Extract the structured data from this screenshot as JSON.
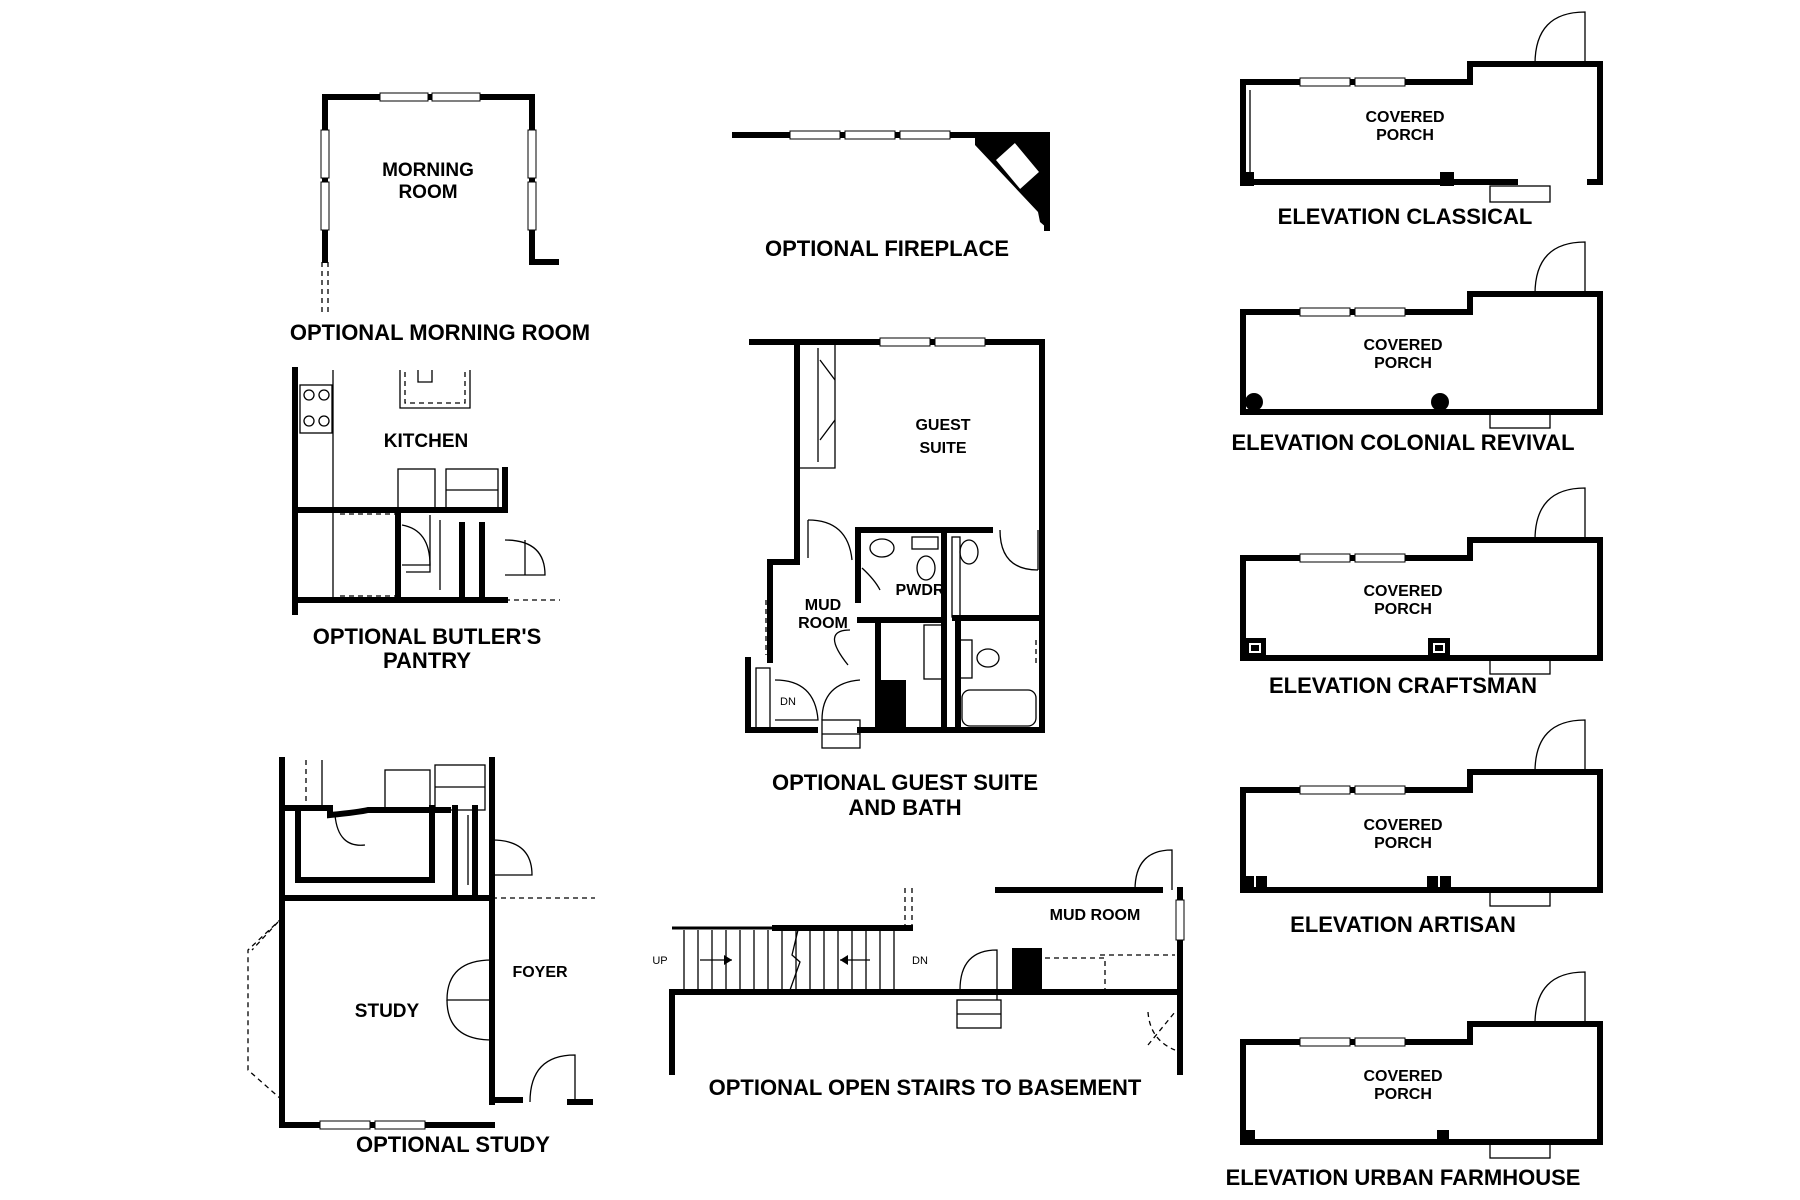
{
  "plans": {
    "morning_room": {
      "room": [
        "MORNING",
        "ROOM"
      ],
      "caption": [
        "OPTIONAL MORNING ROOM"
      ]
    },
    "fireplace": {
      "caption": [
        "OPTIONAL FIREPLACE"
      ]
    },
    "butlers_pantry": {
      "room": [
        "KITCHEN"
      ],
      "caption": [
        "OPTIONAL BUTLER'S",
        "PANTRY"
      ]
    },
    "guest_suite": {
      "room": [
        "GUEST",
        "SUITE"
      ],
      "mud_room": [
        "MUD",
        "ROOM"
      ],
      "powder": "PWDR",
      "stair_dn": "DN",
      "caption": [
        "OPTIONAL GUEST SUITE",
        "AND BATH"
      ]
    },
    "study": {
      "room": [
        "STUDY"
      ],
      "foyer": "FOYER",
      "caption": [
        "OPTIONAL STUDY"
      ]
    },
    "open_stairs": {
      "up": "UP",
      "dn": "DN",
      "mud_room": "MUD ROOM",
      "caption": [
        "OPTIONAL OPEN STAIRS TO BASEMENT"
      ]
    }
  },
  "elevations": [
    {
      "porch": [
        "COVERED",
        "PORCH"
      ],
      "caption": "ELEVATION CLASSICAL",
      "columns": "square-solid"
    },
    {
      "porch": [
        "COVERED",
        "PORCH"
      ],
      "caption": "ELEVATION COLONIAL REVIVAL",
      "columns": "round"
    },
    {
      "porch": [
        "COVERED",
        "PORCH"
      ],
      "caption": "ELEVATION CRAFTSMAN",
      "columns": "tapered-square"
    },
    {
      "porch": [
        "COVERED",
        "PORCH"
      ],
      "caption": "ELEVATION ARTISAN",
      "columns": "double-square"
    },
    {
      "porch": [
        "COVERED",
        "PORCH"
      ],
      "caption": "ELEVATION URBAN FARMHOUSE",
      "columns": "square-solid-small"
    }
  ],
  "colors": {
    "line": "#000000",
    "background": "#ffffff"
  }
}
